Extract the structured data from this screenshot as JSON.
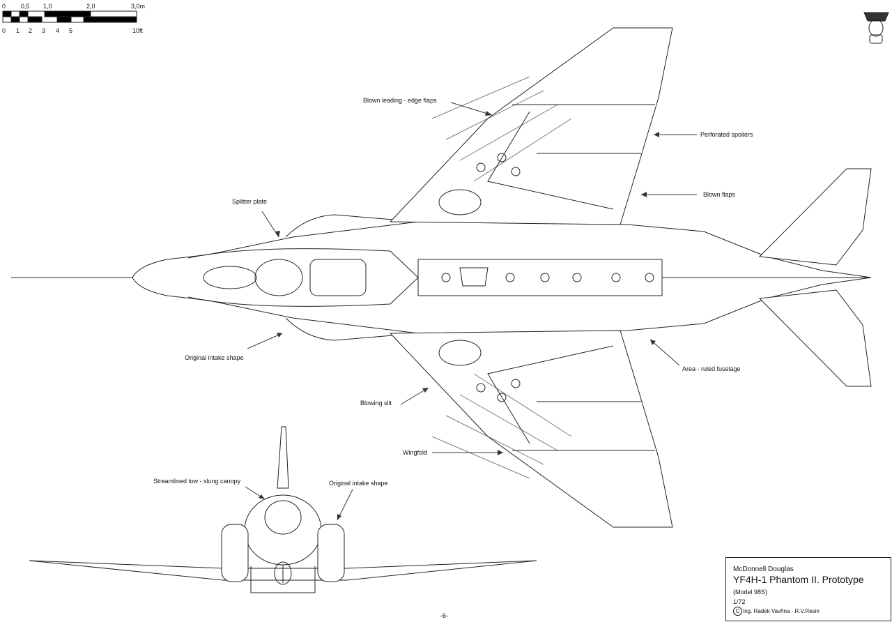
{
  "scale_bar": {
    "metric_ticks": [
      "0",
      "0,5",
      "1,0",
      "2,0",
      "3,0m"
    ],
    "imperial_ticks": [
      "0",
      "1",
      "2",
      "3",
      "4",
      "5",
      "10ft"
    ]
  },
  "callouts": {
    "blown_leading_edge_flaps": "Blown leading - edge flaps",
    "perforated_spoilers": "Perforated spoilers",
    "blown_flaps": "Blown flaps",
    "splitter_plate": "Splitter plate",
    "original_intake_shape_top": "Original intake shape",
    "area_ruled_fuselage": "Area - ruled fuselage",
    "blowing_slit": "Blowing slit",
    "wingfold": "Wingfold",
    "streamlined_canopy": "Streamlined low - slung canopy",
    "original_intake_shape_front": "Original intake shape"
  },
  "title_block": {
    "manufacturer": "McDonnell Douglas",
    "aircraft": "YF4H-1 Phantom II.  Prototype",
    "model": "(Model 98S)",
    "scale": "1/72",
    "copyright_symbol": "C",
    "authors": "Ing. Radek Vavřina - R.V.Resin"
  },
  "page_number": "-6-",
  "icons": {
    "logo": "resin-logo-icon"
  }
}
